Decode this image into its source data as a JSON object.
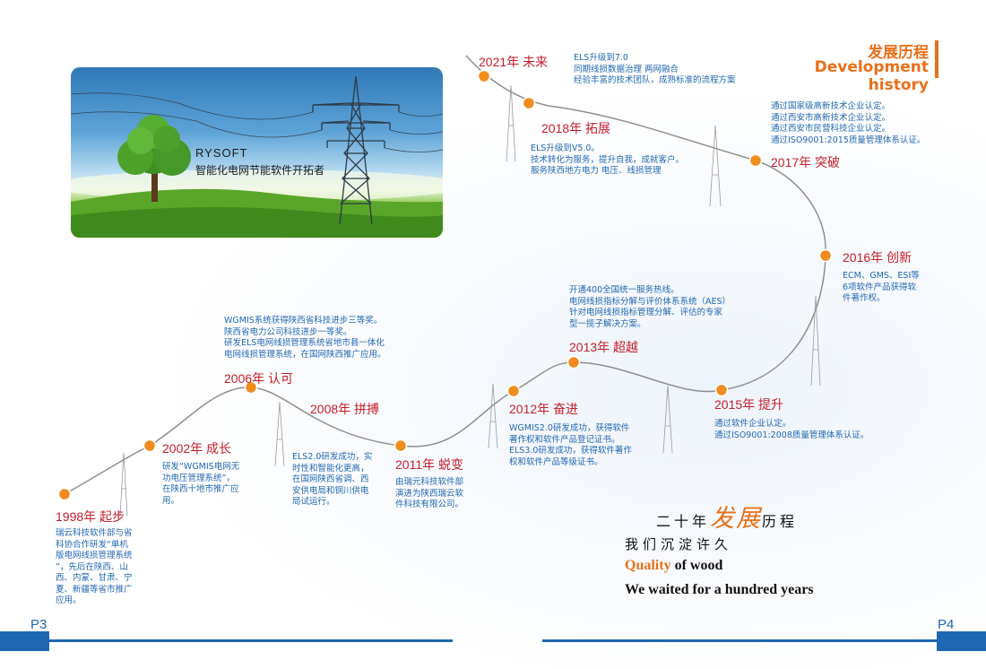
{
  "header": {
    "title_cn": "发展历程",
    "title_en": "Development history"
  },
  "photo": {
    "brand": "RYSOFT",
    "slogan": "智能化电网节能软件开拓者"
  },
  "timeline": [
    {
      "year": "1998年 起步",
      "lines": [
        "瑞云科技软件部与省",
        "科协合作研发“单机",
        "版电网线损管理系统",
        "”，先后在陕西、山",
        "西、内蒙、甘肃、宁",
        "夏、新疆等省市推广",
        "应用。"
      ]
    },
    {
      "year": "2002年 成长",
      "lines": [
        "研发“WGMIS电网无",
        "功电压管理系统”，",
        "在陕西十地市推广应",
        "用。"
      ]
    },
    {
      "year": "2006年 认可",
      "lines": [
        "WGMIS系统获得陕西省科技进步三等奖。",
        "陕西省电力公司科技进步一等奖。",
        "研发ELS电网线损管理系统省地市县一体化",
        "电网线损管理系统，在国网陕西推广应用。"
      ]
    },
    {
      "year": "2008年 拼搏",
      "lines": [
        "ELS2.0研发成功，实",
        "时性和智能化更高，",
        "在国网陕西省调、西",
        "安供电局和铜川供电",
        "局试运行。"
      ]
    },
    {
      "year": "2011年 蜕变",
      "lines": [
        "由瑞元科技软件部",
        "演进为陕西瑞云软",
        "件科技有限公司。"
      ]
    },
    {
      "year": "2012年 奋进",
      "lines": [
        "WGMIS2.0研发成功，获得软件",
        "著作权和软件产品登记证书。",
        "ELS3.0研发成功，获得软件著作",
        "权和软件产品等级证书。"
      ]
    },
    {
      "year": "2013年 超越",
      "lines": [
        "开通400全国统一服务热线。",
        "电网线损指标分解与评价体系系统（AES）",
        "针对电网线损指标管理分解、评估的专家",
        "型一揽子解决方案。"
      ]
    },
    {
      "year": "2015年 提升",
      "lines": [
        "通过软件企业认定。",
        "通过ISO9001:2008质量管理体系认证。"
      ]
    },
    {
      "year": "2016年 创新",
      "lines": [
        "ECM、GMS、ESI等",
        "6项软件产品获得软",
        "件著作权。"
      ]
    },
    {
      "year": "2017年 突破",
      "lines": [
        "通过国家级高新技术企业认定。",
        "通过西安市高新技术企业认定。",
        "通过西安市民营科技企业认定。",
        "通过ISO9001:2015质量管理体系认证。"
      ]
    },
    {
      "year": "2018年 拓展",
      "lines": [
        "ELS升级到V5.0。",
        "技术转化为服务，提升自我，成就客户。",
        "服务陕西地方电力 电压、线损管理"
      ]
    },
    {
      "year": "2021年 未来",
      "lines": [
        "ELS升级到7.0",
        "同期线损数据治理  两网融合",
        "经验丰富的技术团队，成熟标准的流程方案"
      ]
    }
  ],
  "quote": {
    "cn_line1_a": "二十年",
    "cn_line1_highlight": "发展",
    "cn_line1_b": "历程",
    "cn_line2": "我们沉淀许久",
    "en_line1_highlight": "Quality",
    "en_line1_rest": " of wood",
    "en_line2": "We waited for a hundred years"
  },
  "footer": {
    "left_page": "P3",
    "right_page": "P4"
  },
  "colors": {
    "accent": "#e8701a",
    "year_red": "#c41e2a",
    "text_blue": "#1f67b1",
    "curve": "#8e8e8e"
  }
}
